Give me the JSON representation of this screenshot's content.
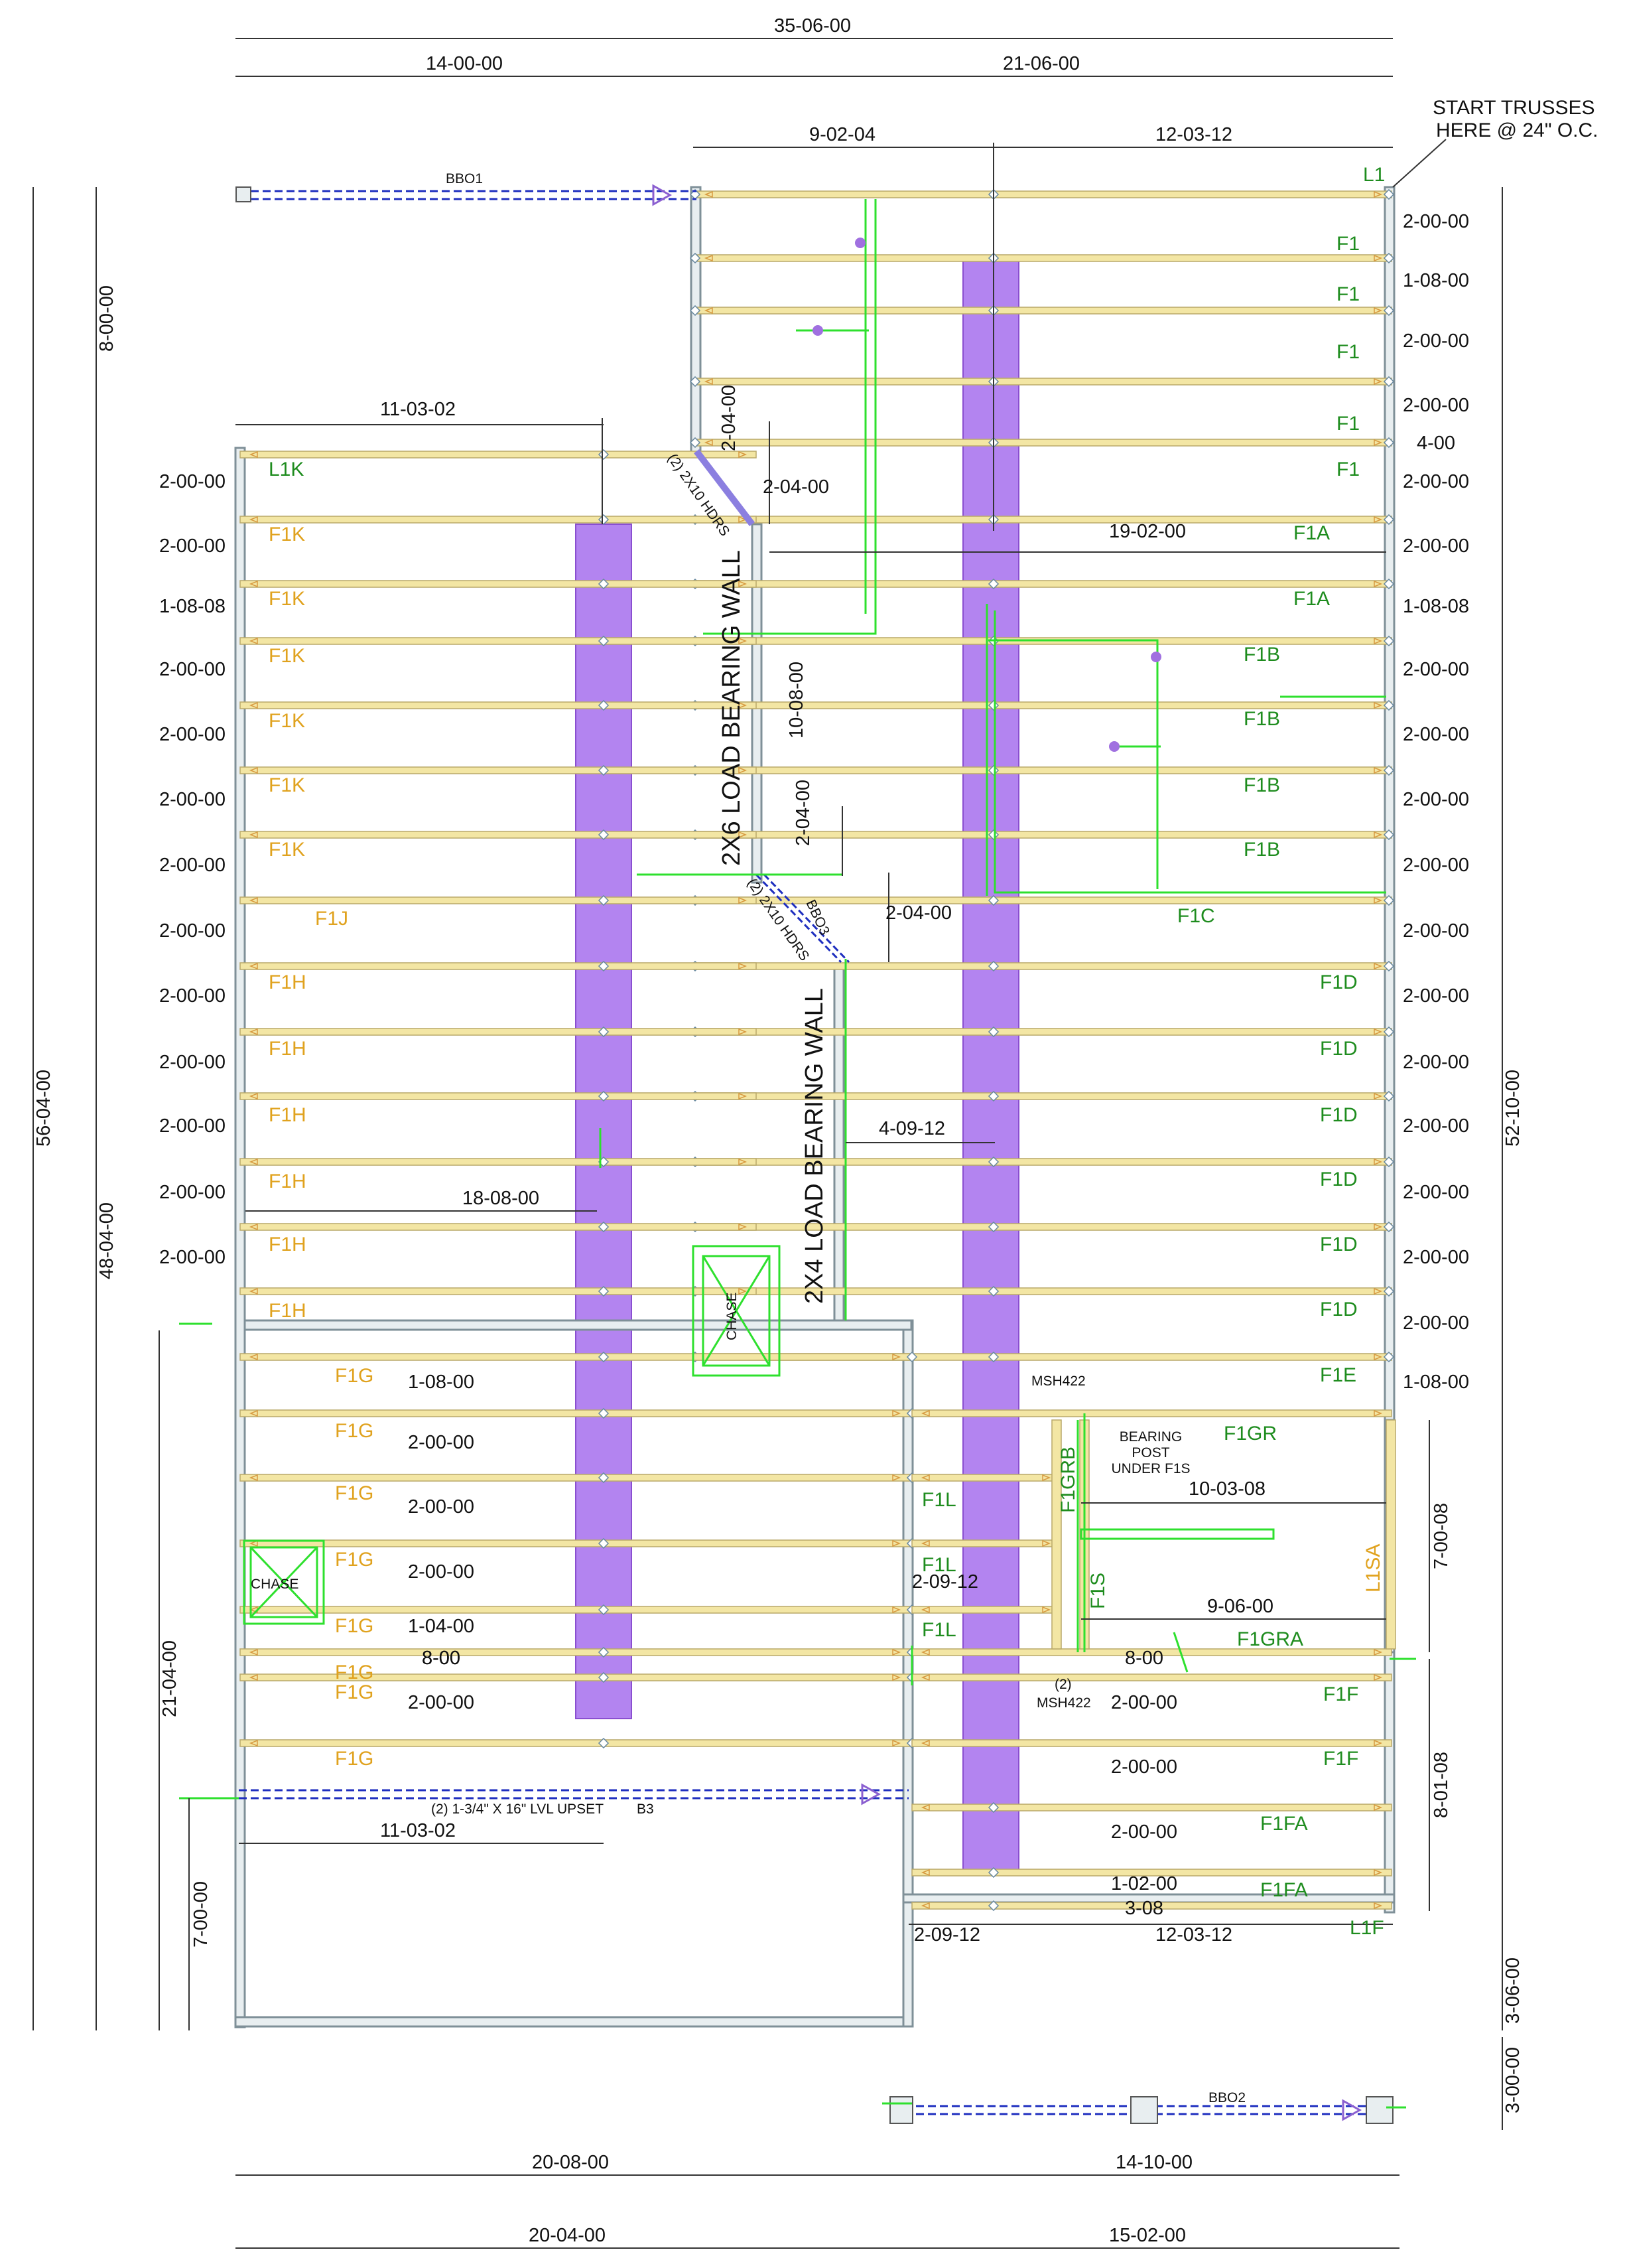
{
  "title_note": {
    "line1": "START TRUSSES",
    "line2": "HERE @ 24\" O.C."
  },
  "dims": {
    "top_overall": "35-06-00",
    "top_left": "14-00-00",
    "top_right": "21-06-00",
    "upper_left": "9-02-04",
    "upper_right": "12-03-12",
    "left_wing": "11-03-02",
    "left_top_v": "8-00-00",
    "left_overall_v": "56-04-00",
    "left_mid_v": "48-04-00",
    "left_lower_v": "21-04-00",
    "left_bottom_v": "7-00-00",
    "right_overall_v": "52-10-00",
    "right_bottom_v": "3-06-00",
    "right_post_v": "3-00-00",
    "right_gr_v": "7-00-08",
    "right_f_v": "8-01-08",
    "d_2_04_a": "2-04-00",
    "d_2_04_b": "2-04-00",
    "d_19_02": "19-02-00",
    "d_10_08": "10-08-00",
    "d_2_04_c": "2-04-00",
    "d_2_04_d": "2-04-00",
    "d_4_09": "4-09-12",
    "d_18_08": "18-08-00",
    "d_10_03": "10-03-08",
    "d_2_09_a": "2-09-12",
    "d_9_06": "9-06-00",
    "d_8_a": "8-00",
    "d_8_b": "8-00",
    "d_1_02": "1-02-00",
    "d_3_08": "3-08",
    "d_2_09_b": "2-09-12",
    "d_12_03_b": "12-03-12",
    "d_11_03_b": "11-03-02",
    "bottom_1_left": "20-08-00",
    "bottom_1_right": "14-10-00",
    "bottom_2_left": "20-04-00",
    "bottom_2_right": "15-02-00",
    "spacing_right": [
      "2-00-00",
      "1-08-00",
      "2-00-00",
      "2-00-00",
      "4-00",
      "2-00-00",
      "2-00-00",
      "1-08-08",
      "2-00-00",
      "2-00-00",
      "2-00-00",
      "2-00-00",
      "2-00-00",
      "2-00-00",
      "2-00-00",
      "2-00-00",
      "2-00-00",
      "2-00-00",
      "2-00-00",
      "1-08-00"
    ],
    "spacing_left": [
      "2-00-00",
      "2-00-00",
      "1-08-08",
      "2-00-00",
      "2-00-00",
      "2-00-00",
      "2-00-00",
      "2-00-00",
      "2-00-00",
      "2-00-00",
      "2-00-00",
      "2-00-00",
      "2-00-00"
    ],
    "spacing_mid": [
      "1-08-00",
      "2-00-00",
      "2-00-00",
      "2-00-00",
      "1-04-00",
      "8-00",
      "2-00-00"
    ],
    "spacing_mid_r": [
      "2-00-00",
      "2-00-00",
      "2-00-00"
    ]
  },
  "labels": {
    "bbo1": "BBO1",
    "bbo2": "BBO2",
    "bbo3": "BBO3",
    "b3": "B3",
    "hdr1": "(2) 2X10 HDRS",
    "hdr2": "(2) 2X10 HDRS",
    "lvl": "(2) 1-3/4\" X 16\" LVL UPSET",
    "wall1": "2X6 LOAD BEARING WALL",
    "wall2": "2X4 LOAD BEARING WALL",
    "chase1": "CHASE",
    "chase2": "CHASE",
    "msh1": "MSH422",
    "msh2a": "(2)",
    "msh2b": "MSH422",
    "post1": "BEARING",
    "post2": "POST",
    "post3": "UNDER F1S",
    "L1": "L1",
    "L1K": "L1K",
    "L1F": "L1F",
    "right_truss": [
      "F1",
      "F1",
      "F1",
      "F1",
      "F1",
      "F1A",
      "F1A",
      "F1B",
      "F1B",
      "F1B",
      "F1B",
      "F1C",
      "F1D",
      "F1D",
      "F1D",
      "F1D",
      "F1D",
      "F1D",
      "F1E"
    ],
    "left_truss": [
      "F1K",
      "F1K",
      "F1K",
      "F1K",
      "F1K",
      "F1K",
      "F1J",
      "F1H",
      "F1H",
      "F1H",
      "F1H",
      "F1H",
      "F1H"
    ],
    "g_truss": [
      "F1G",
      "F1G",
      "F1G",
      "F1G",
      "F1G",
      "F1G",
      "F1G",
      "F1G"
    ],
    "f1l": [
      "F1L",
      "F1L",
      "F1L"
    ],
    "f1grb": "F1GRB",
    "f1s": "F1S",
    "f1gr": "F1GR",
    "f1gra": "F1GRA",
    "f1sa": "L1SA",
    "f1f": [
      "F1F",
      "F1F"
    ],
    "f1fa": [
      "F1FA",
      "F1FA"
    ]
  },
  "colors": {
    "truss": "#f3e6a4",
    "truss_edge": "#b9a96a",
    "wall": "#e6ecee",
    "wall_edge": "#8a9aa2",
    "strongback": "#a45ee0",
    "green": "#1e8c1e",
    "orange": "#e0a21e",
    "beam": "#1f2fbf",
    "line_green": "#2ee02e"
  }
}
